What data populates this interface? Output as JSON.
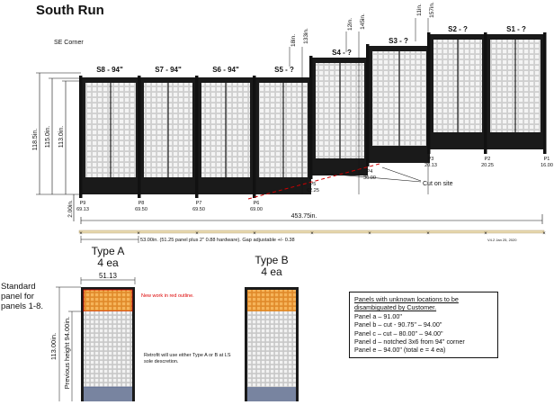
{
  "title": "South Run",
  "corner_label": "SE Corner",
  "panels": [
    {
      "label": "S8 - 94\""
    },
    {
      "label": "S7 - 94\""
    },
    {
      "label": "S6 - 94\""
    },
    {
      "label": "S5 - ?"
    },
    {
      "label": "S4 - ?"
    },
    {
      "label": "S3 - ?"
    },
    {
      "label": "S2 - ?"
    },
    {
      "label": "S1 - ?"
    }
  ],
  "posts": [
    {
      "name": "P9",
      "value": "69.13"
    },
    {
      "name": "P8",
      "value": "69.50"
    },
    {
      "name": "P7",
      "value": "69.50"
    },
    {
      "name": "P6",
      "value": "69.00"
    },
    {
      "name": "P5",
      "value": "62.25"
    },
    {
      "name": "P4",
      "value": "36.00"
    },
    {
      "name": "P3",
      "value": "20.13"
    },
    {
      "name": "P2",
      "value": "20.25"
    },
    {
      "name": "P1",
      "value": "16.00"
    }
  ],
  "step_dims": {
    "d18": "18in.",
    "d133": "133in.",
    "d12": "12in.",
    "d145": "145in.",
    "d11": "11in.",
    "d157": "157in."
  },
  "left_dims": {
    "overall": "118.5in.",
    "panel": "115.0in.",
    "frame": "113.0in.",
    "gap": "2.00in."
  },
  "total_length": "453.75in.",
  "gap_note": "53.00in. (51.25 panel plus 2\" 0.88 hardware).  Gap adjustable +/- 0.38",
  "cut_note": "Cut on site",
  "version": "V4.2 Jan 25, 2020",
  "standard_panel_note": "Standard panel for panels 1-8.",
  "type_a": {
    "name": "Type A",
    "qty": "4 ea",
    "width": "51.13",
    "height": "113.00in.",
    "prev_height": "Previous height  94.00in."
  },
  "type_b": {
    "name": "Type B",
    "qty": "4 ea"
  },
  "new_work_note": "New work in red outline.",
  "retrofit_note": "Retrofit will use either Type A or B at LS sole descretion.",
  "legend": {
    "heading_1": "Panels with unknown locations to be",
    "heading_2": "disambiguated by Customer.",
    "items": [
      "Panel a – 91.00\"",
      "Panel b – cut - 90.75\" – 94.00\"",
      "Panel c – cut – 80.00\" – 94.00\"",
      "Panel d – notched 3x6 from 94\" corner",
      "Panel e – 94.00\" (total e = 4 ea)"
    ]
  },
  "colors": {
    "panel": "#1a1a1a",
    "grid": "#d8d8d8",
    "orange": "#f0a040",
    "red": "#d00000",
    "rail": "#e9d9b0"
  }
}
